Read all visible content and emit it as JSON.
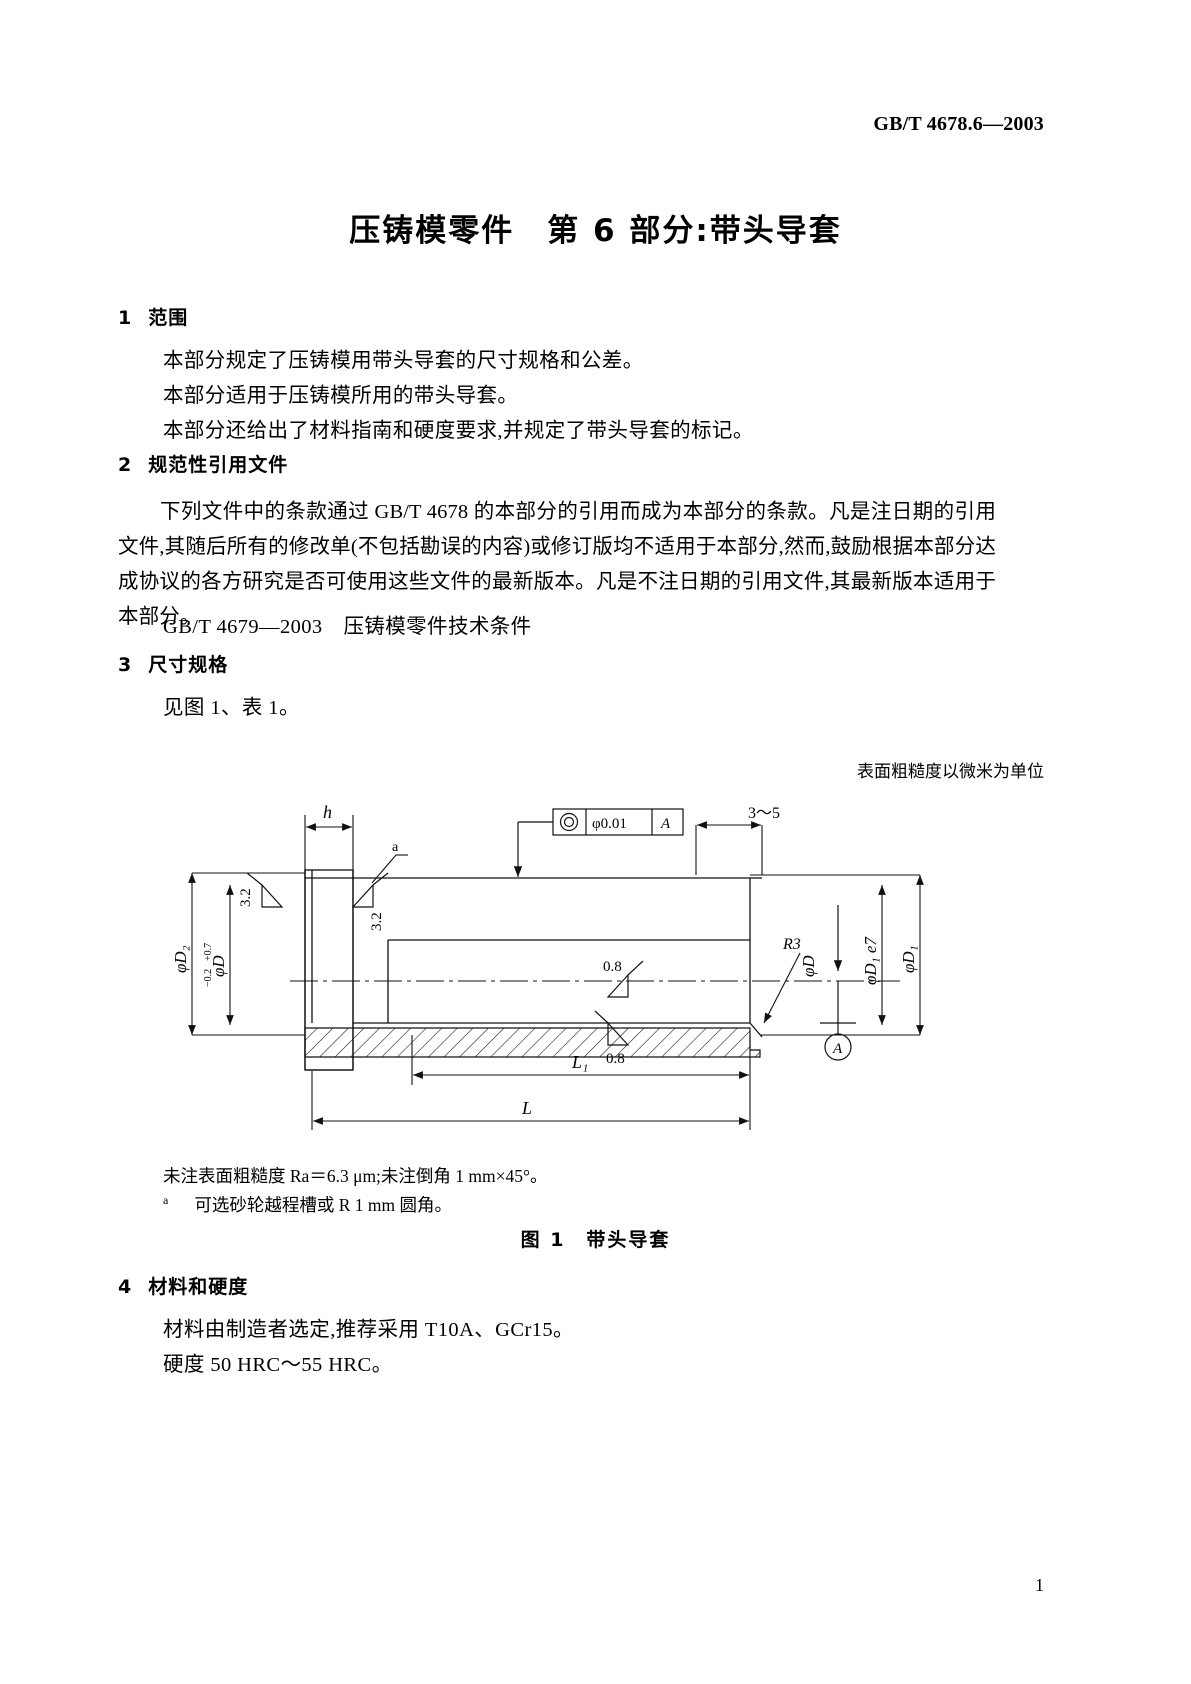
{
  "header": {
    "standard_number": "GB/T 4678.6—2003"
  },
  "title": "压铸模零件　第 6 部分:带头导套",
  "sections": [
    {
      "number": "1",
      "heading": "范围",
      "paragraphs": [
        "本部分规定了压铸模用带头导套的尺寸规格和公差。",
        "本部分适用于压铸模所用的带头导套。",
        "本部分还给出了材料指南和硬度要求,并规定了带头导套的标记。"
      ]
    },
    {
      "number": "2",
      "heading": "规范性引用文件",
      "body": "下列文件中的条款通过 GB/T 4678 的本部分的引用而成为本部分的条款。凡是注日期的引用文件,其随后所有的修改单(不包括勘误的内容)或修订版均不适用于本部分,然而,鼓励根据本部分达成协议的各方研究是否可使用这些文件的最新版本。凡是不注日期的引用文件,其最新版本适用于本部分。",
      "reference": "GB/T 4679—2003　压铸模零件技术条件"
    },
    {
      "number": "3",
      "heading": "尺寸规格",
      "paragraphs": [
        "见图 1、表 1。"
      ]
    },
    {
      "number": "4",
      "heading": "材料和硬度",
      "paragraphs": [
        "材料由制造者选定,推荐采用 T10A、GCr15。",
        "硬度 50 HRC～55 HRC。"
      ]
    }
  ],
  "figure": {
    "note_top": "表面粗糙度以微米为单位",
    "caption": "图 1　带头导套",
    "footnote_1": "未注表面粗糙度 Ra＝6.3 μm;未注倒角 1 mm×45°。",
    "footnote_2_marker": "a",
    "footnote_2": "可选砂轮越程槽或 R 1 mm 圆角。",
    "labels": {
      "roughness_head_left": "3.2",
      "roughness_head_right": "3.2",
      "dim_h": "h",
      "note_a": "a",
      "gtol_symbol": "◎",
      "gtol_value": "φ0.01",
      "gtol_datum": "A",
      "chamfer_range": "3～5",
      "dia_D2": "φD₂",
      "dia_D_tol": "φD",
      "dia_D_tol_upper": "+0.7",
      "dia_D_tol_lower": "−0.2",
      "radius_R3": "R3",
      "dia_D_inner": "φD",
      "dia_D1_e7": "φD₁ e7",
      "dia_D1": "φD₁",
      "roughness_bore_upper": "0.8",
      "roughness_bore_lower": "0.8",
      "datum_A": "A",
      "dim_L1": "L₁",
      "dim_L": "L"
    }
  },
  "page_number": "1",
  "colors": {
    "ink": "#000000",
    "line": "#1a1a1a",
    "paper": "#ffffff"
  }
}
